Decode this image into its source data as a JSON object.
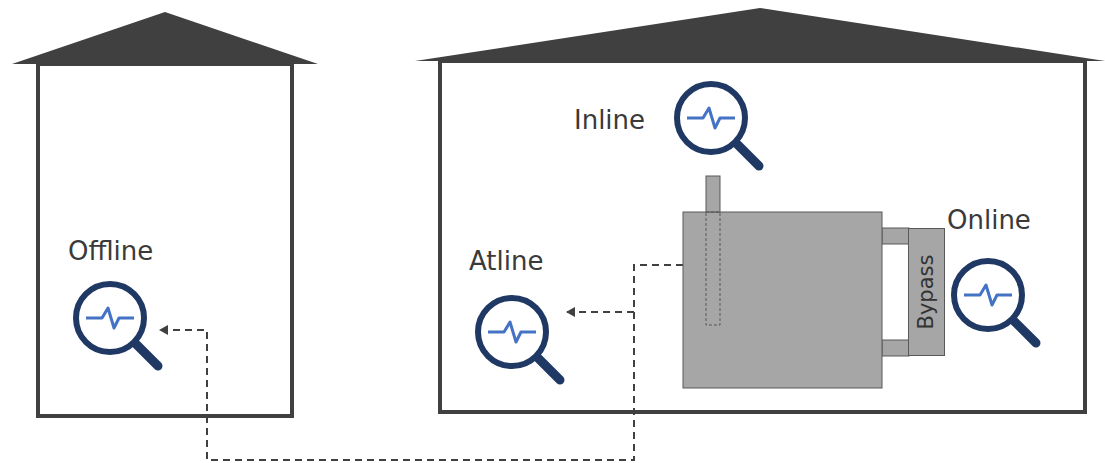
{
  "diagram": {
    "nodes": [
      {
        "text": [
          "Offline"
        ]
      },
      {
        "text": [
          "Inline"
        ]
      },
      {
        "text": [
          "Atline"
        ]
      },
      {
        "text": [
          "Online"
        ]
      },
      {
        "text": [
          "Bypass"
        ]
      }
    ]
  }
}
